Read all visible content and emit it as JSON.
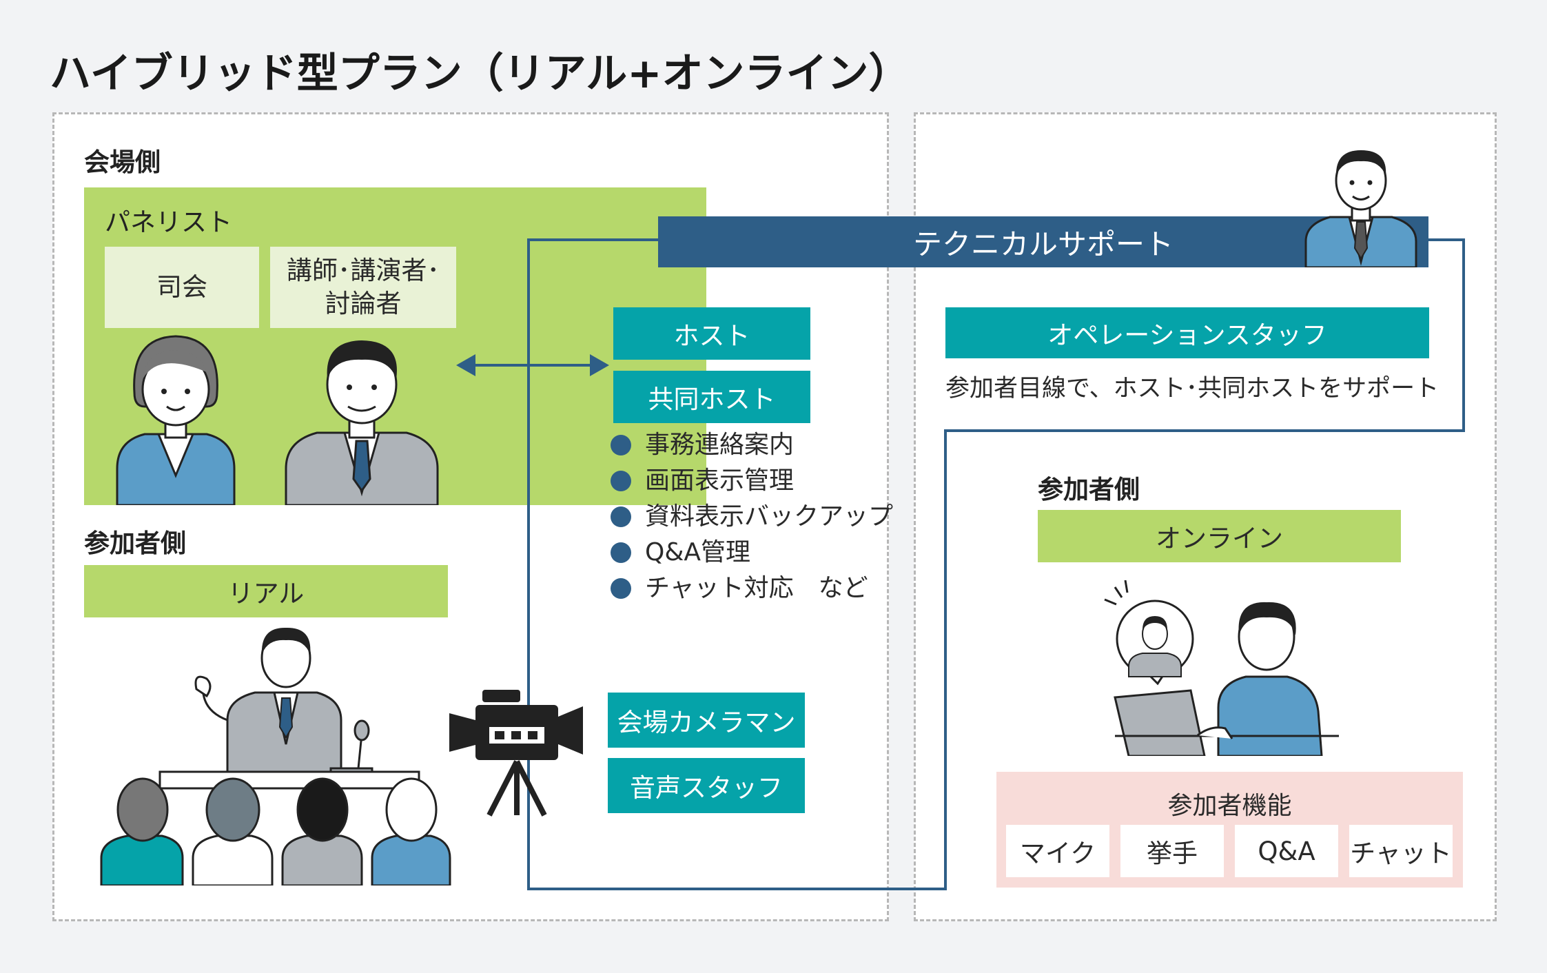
{
  "title": "ハイブリッド型プラン（リアル+オンライン）",
  "venue": {
    "heading": "会場側",
    "panelists": {
      "heading": "パネリスト",
      "roles": [
        "司会",
        "講師･講演者･\n討論者"
      ]
    },
    "participants": {
      "heading": "参加者側",
      "mode": "リアル"
    }
  },
  "technical_support": {
    "label": "テクニカルサポート"
  },
  "host_roles": {
    "host": "ホスト",
    "cohost": "共同ホスト",
    "tasks": [
      "事務連絡案内",
      "画面表示管理",
      "資料表示バックアップ",
      "Q&A管理",
      "チャット対応　など"
    ]
  },
  "venue_staff": [
    "会場カメラマン",
    "音声スタッフ"
  ],
  "operation": {
    "label": "オペレーションスタッフ",
    "description": "参加者目線で、ホスト･共同ホストをサポート"
  },
  "online_side": {
    "heading": "参加者側",
    "mode": "オンライン",
    "features_heading": "参加者機能",
    "features": [
      "マイク",
      "挙手",
      "Q&A",
      "チャット"
    ]
  },
  "colors": {
    "green": "#b6d86b",
    "pale_green": "#e9f2d6",
    "teal": "#05a3a9",
    "navy": "#2e5e87",
    "pink": "#f8dcd9"
  }
}
